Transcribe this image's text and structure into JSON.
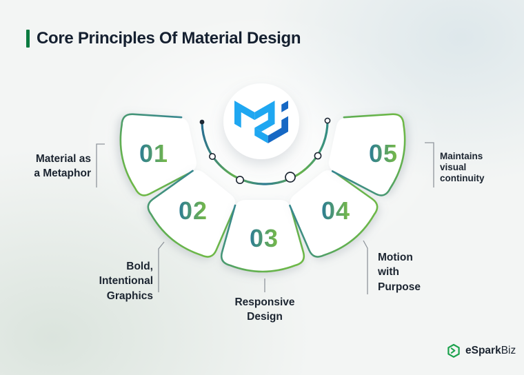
{
  "title": {
    "text": "Core Principles Of Material Design"
  },
  "principles": [
    {
      "number": "01",
      "label": "Material as\na Metaphor"
    },
    {
      "number": "02",
      "label": "Bold,\nIntentional\nGraphics"
    },
    {
      "number": "03",
      "label": "Responsive\nDesign"
    },
    {
      "number": "04",
      "label": "Motion\nwith\nPurpose"
    },
    {
      "number": "05",
      "label": "Maintains\nvisual\ncontinuity"
    }
  ],
  "center_logo": {
    "name": "material-design-logo"
  },
  "brand": {
    "bold": "eSpark",
    "regular": "Biz",
    "icon": "esparkbiz-hexagon-icon"
  },
  "colors": {
    "accent_green": "#0a7a3f",
    "teal": "#2e7e9c",
    "green": "#72bb45",
    "logo_blue_light": "#1fa7f1",
    "logo_blue_dark": "#1668c4",
    "text_dark": "#1b2430",
    "background": "#f3f5f4"
  }
}
